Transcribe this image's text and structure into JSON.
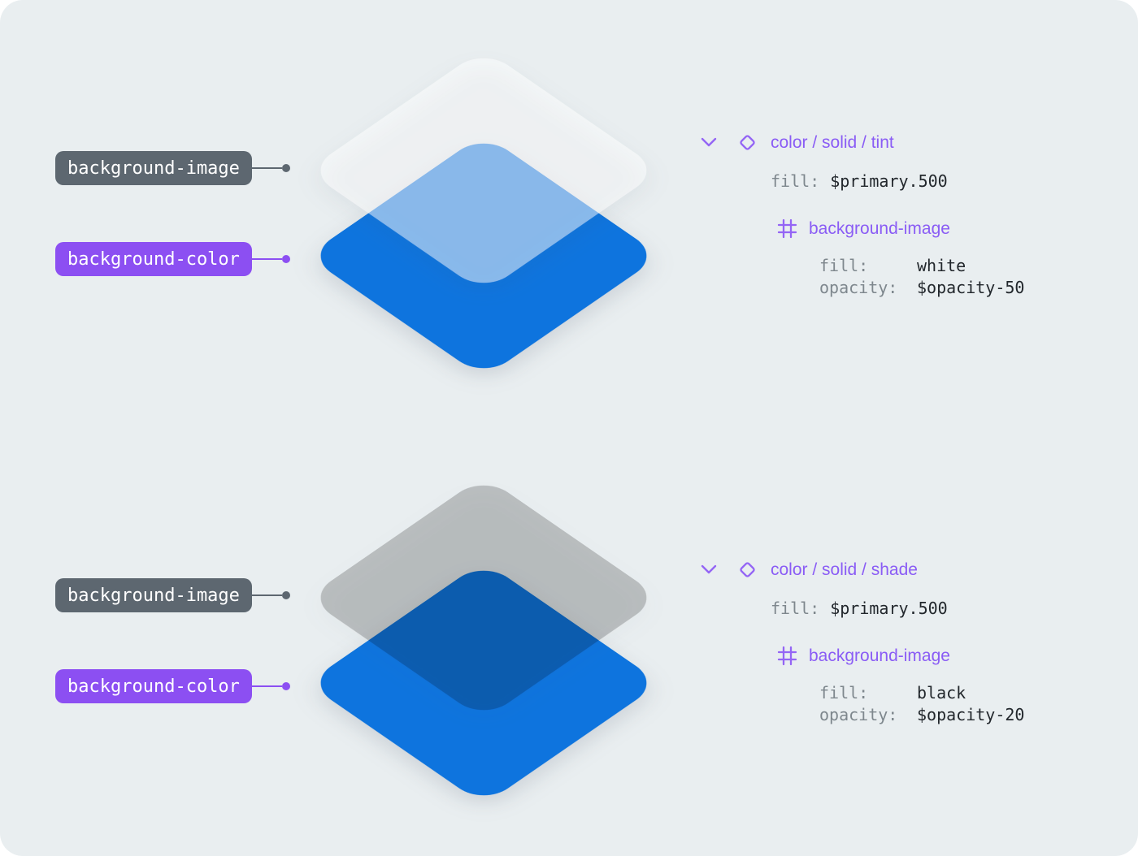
{
  "colors": {
    "canvas_bg": "#e9eef0",
    "primary_blue": "#0e74de",
    "overlay_white": "rgba(255,255,255,0.5)",
    "overlay_black": "rgba(0,0,0,0.2)",
    "accent_purple": "#8a5cf5",
    "pill_gray": "#5d6770",
    "pill_purple": "#8c4ff2",
    "mono_label_gray": "#7e878d",
    "mono_value_dark": "#22272c"
  },
  "icons": {
    "expand": "chevron-down",
    "layer": "diamond-outline",
    "group": "frame-grid"
  },
  "sections": [
    {
      "labels": [
        {
          "text": "background-image",
          "color": "#5d6770"
        },
        {
          "text": "background-color",
          "color": "#8c4ff2"
        }
      ],
      "layers": {
        "base_color": "#0e74de",
        "overlay_color": "rgba(255,255,255,0.5)"
      },
      "panel": {
        "title": "color / solid / tint",
        "fill_label": "fill:",
        "fill_value": "$primary.500",
        "group_name": "background-image",
        "props": [
          {
            "label": "fill:",
            "value": "white"
          },
          {
            "label": "opacity:",
            "value": "$opacity-50"
          }
        ]
      }
    },
    {
      "labels": [
        {
          "text": "background-image",
          "color": "#5d6770"
        },
        {
          "text": "background-color",
          "color": "#8c4ff2"
        }
      ],
      "layers": {
        "base_color": "#0e74de",
        "overlay_color": "rgba(0,0,0,0.2)"
      },
      "panel": {
        "title": "color / solid / shade",
        "fill_label": "fill:",
        "fill_value": "$primary.500",
        "group_name": "background-image",
        "props": [
          {
            "label": "fill:",
            "value": "black"
          },
          {
            "label": "opacity:",
            "value": "$opacity-20"
          }
        ]
      }
    }
  ]
}
